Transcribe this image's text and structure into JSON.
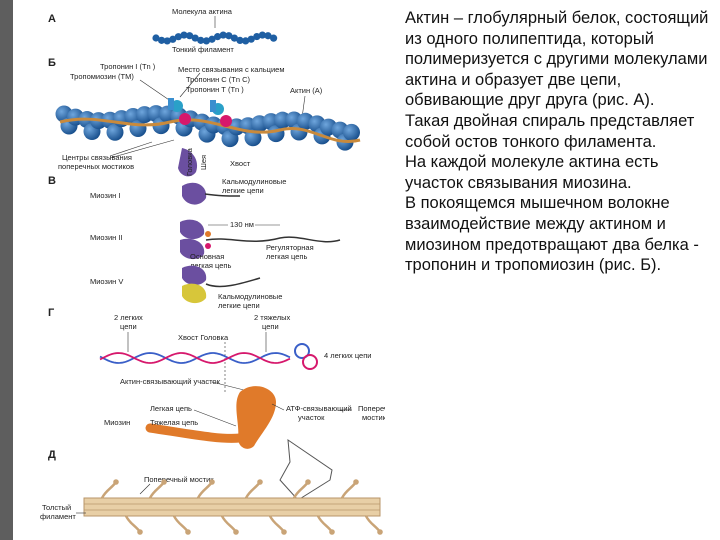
{
  "description": [
    "Актин – глобулярный белок, состоящий из одного полипептида, который полимеризуется с другими молекулами актина и образует две цепи, обвивающие друг друга (рис. А).",
    "Такая двойная спираль представляет собой остов тонкого филамента.",
    "На каждой молекуле актина есть участок связывания миозина.",
    "В покоящемся мышечном волокне взаимодействие между актином и миозином предотвращают два белка - тропонин и тропомиозин (рис. Б)."
  ],
  "figure": {
    "sections": [
      "А",
      "Б",
      "В",
      "Г",
      "Д"
    ],
    "a": {
      "actin_label": "Молекула актина",
      "thin_label": "Тонкий филамент"
    },
    "b": {
      "tn_i": "Тропонин I (Тn )",
      "tropomyosin": "Тропомиозин (ТМ)",
      "ca_site": "Место связывания с кальцием",
      "tn_c": "Тропонин С (Тn С)",
      "tn_t": "Тропонин Т (Тn )",
      "actin": "Актин (А)",
      "head": "Головка",
      "neck": "Шея",
      "tail": "Хвост",
      "cross_bridge_centers_1": "Центры связывания",
      "cross_bridge_centers_2": "поперечных мостиков"
    },
    "c": {
      "myosin_1": "Миозин I",
      "calmodulin_1a": "Кальмодулиновые",
      "calmodulin_1b": "легкие цепи",
      "myosin_2": "Миозин II",
      "length": "130 нм",
      "essential_1": "Основная",
      "essential_2": "легкая цепь",
      "regulatory_1": "Регуляторная",
      "regulatory_2": "легкая цепь",
      "myosin_5": "Миозин V",
      "calmodulin_5a": "Кальмодулиновые",
      "calmodulin_5b": "легкие цепи"
    },
    "d": {
      "two_light_1a": "2 легких",
      "two_light_1b": "цепи",
      "two_heavy_a": "2 тяжелых",
      "two_heavy_b": "цепи",
      "tail_head": "Хвост Головка",
      "four_light": "4 легких цепи",
      "actin_binding": "Актин-связывающий участок",
      "light_chain": "Легкая цепь",
      "myosin": "Миозин",
      "heavy_chain": "Тяжелая цепь",
      "atp_1": "АТФ-связывающий",
      "atp_2": "участок",
      "cross_bridge_1": "Поперечный",
      "cross_bridge_2": "мостик"
    },
    "e": {
      "cross_bridge": "Поперечный мостик",
      "thick_1": "Толстый",
      "thick_2": "филамент"
    }
  },
  "colors": {
    "actin": "#1f5fa3",
    "actin_light": "#4a8ccf",
    "tropomyosin": "#c98a3c",
    "troponin": "#d6186c",
    "myosin_head": "#6b4fa0",
    "myosin_orange": "#e07a2a",
    "heavy_chain": "#3a5fc8",
    "thick_filament": "#e8cfa6",
    "sidebar": "#5e5e5e"
  }
}
